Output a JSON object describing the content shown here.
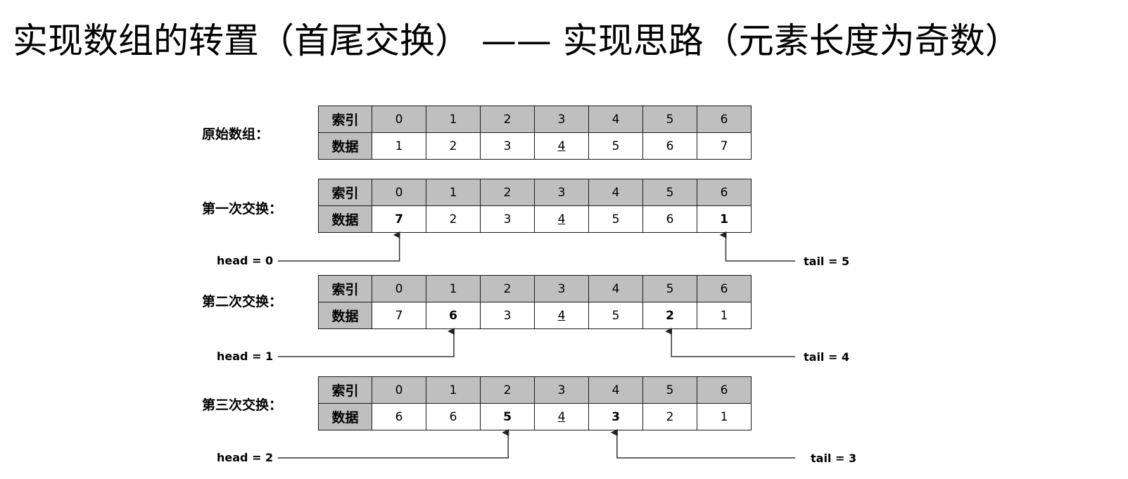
{
  "title": "实现数组的转置（首尾交换） —— 实现思路（元素长度为奇数）",
  "table_headers": {
    "index": "索引",
    "data": "数据"
  },
  "indices": [
    "0",
    "1",
    "2",
    "3",
    "4",
    "5",
    "6"
  ],
  "steps": [
    {
      "label": "原始数组：",
      "values": [
        "1",
        "2",
        "3",
        "4",
        "5",
        "6",
        "7"
      ],
      "bold": [],
      "underline": [
        3
      ]
    },
    {
      "label": "第一次交换：",
      "values": [
        "7",
        "2",
        "3",
        "4",
        "5",
        "6",
        "1"
      ],
      "bold": [
        0,
        6
      ],
      "underline": [
        3
      ]
    },
    {
      "label": "第二次交换：",
      "values": [
        "7",
        "6",
        "3",
        "4",
        "5",
        "2",
        "1"
      ],
      "bold": [
        1,
        5
      ],
      "underline": [
        3
      ]
    },
    {
      "label": "第三次交换：",
      "values": [
        "6",
        "6",
        "5",
        "4",
        "3",
        "2",
        "1"
      ],
      "bold": [
        2,
        4
      ],
      "underline": [
        3
      ]
    }
  ],
  "pointers": [
    {
      "head_label": "head = 0",
      "tail_label": "tail = 5",
      "head_index": 0,
      "tail_index": 6
    },
    {
      "head_label": "head = 1",
      "tail_label": "tail = 4",
      "head_index": 1,
      "tail_index": 5
    },
    {
      "head_label": "head = 2",
      "tail_label": "tail = 3",
      "head_index": 2,
      "tail_index": 4
    }
  ]
}
